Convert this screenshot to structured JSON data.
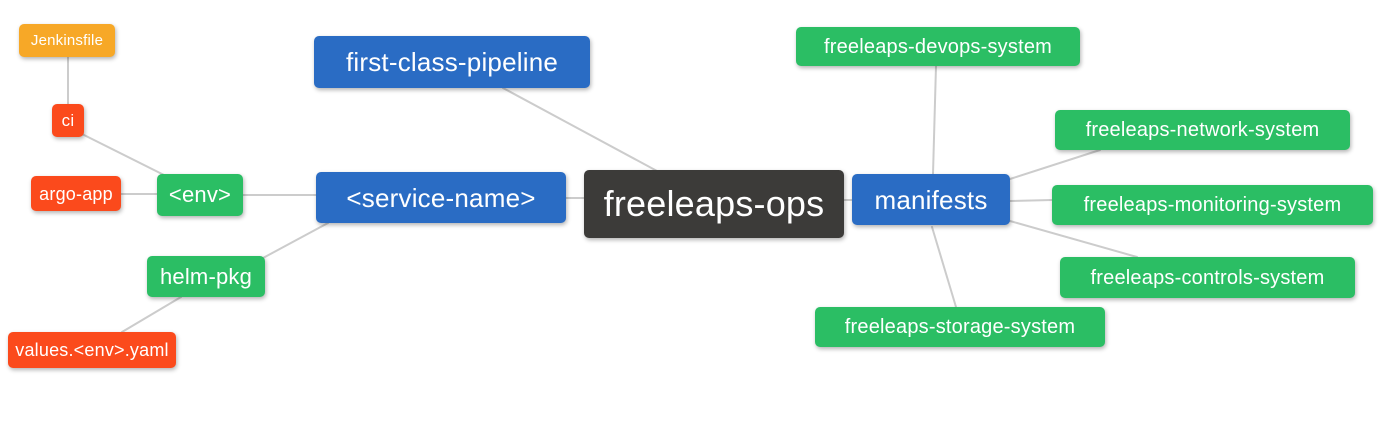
{
  "diagram": {
    "type": "mindmap",
    "colors": {
      "root": "#3C3B39",
      "branch_blue": "#2A6CC4",
      "node_green": "#2BBE64",
      "node_red": "#FB4A1C",
      "node_orange": "#F7A827",
      "edge": "#CCCCCC",
      "text": "#FFFFFF",
      "background": "#FFFFFF"
    },
    "nodes": {
      "root": {
        "label": "freeleaps-ops"
      },
      "first_class_pipeline": {
        "label": "first-class-pipeline"
      },
      "service_name": {
        "label": "<service-name>"
      },
      "manifests": {
        "label": "manifests"
      },
      "env": {
        "label": "<env>"
      },
      "helm_pkg": {
        "label": "helm-pkg"
      },
      "ci": {
        "label": "ci"
      },
      "argo_app": {
        "label": "argo-app"
      },
      "jenkinsfile": {
        "label": "Jenkinsfile"
      },
      "values_env_yaml": {
        "label": "values.<env>.yaml"
      },
      "devops_system": {
        "label": "freeleaps-devops-system"
      },
      "network_system": {
        "label": "freeleaps-network-system"
      },
      "monitoring_system": {
        "label": "freeleaps-monitoring-system"
      },
      "controls_system": {
        "label": "freeleaps-controls-system"
      },
      "storage_system": {
        "label": "freeleaps-storage-system"
      }
    },
    "edges": [
      {
        "from": "jenkinsfile",
        "to": "ci"
      },
      {
        "from": "ci",
        "to": "env"
      },
      {
        "from": "argo_app",
        "to": "env"
      },
      {
        "from": "env",
        "to": "service_name"
      },
      {
        "from": "helm_pkg",
        "to": "service_name"
      },
      {
        "from": "values_env_yaml",
        "to": "helm_pkg"
      },
      {
        "from": "first_class_pipeline",
        "to": "root"
      },
      {
        "from": "service_name",
        "to": "root"
      },
      {
        "from": "root",
        "to": "manifests"
      },
      {
        "from": "manifests",
        "to": "devops_system"
      },
      {
        "from": "manifests",
        "to": "network_system"
      },
      {
        "from": "manifests",
        "to": "monitoring_system"
      },
      {
        "from": "manifests",
        "to": "controls_system"
      },
      {
        "from": "manifests",
        "to": "storage_system"
      }
    ]
  }
}
